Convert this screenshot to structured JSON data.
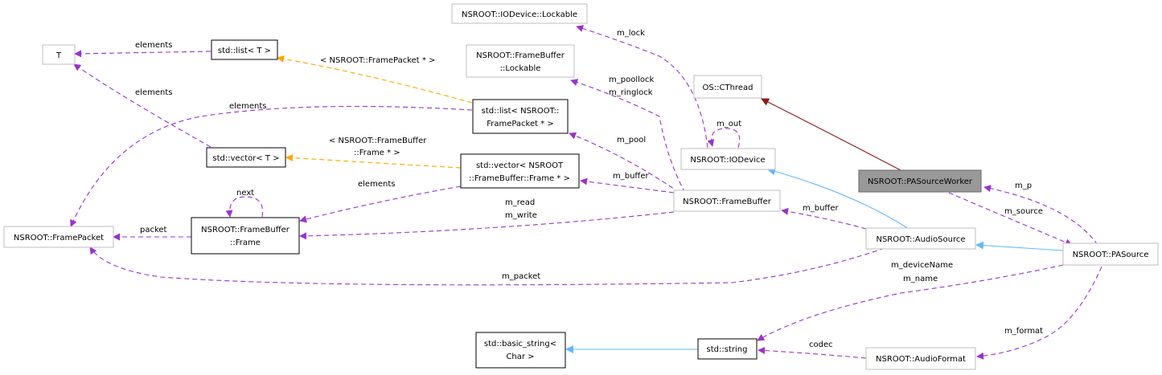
{
  "colors": {
    "usage": "#9a32cd",
    "template": "#ffa500",
    "inheritance": "#63b8ff",
    "private_inheritance": "#8b1a1a",
    "focus_fill": "#999999"
  },
  "nodes": {
    "T": {
      "lines": [
        "T"
      ]
    },
    "stdlistT": {
      "lines": [
        "std::list< T >"
      ]
    },
    "iodeviceLockable": {
      "lines": [
        "NSROOT::IODevice::Lockable"
      ]
    },
    "framebufferLockable": {
      "lines": [
        "NSROOT::FrameBuffer",
        "::Lockable"
      ]
    },
    "cthread": {
      "lines": [
        "OS::CThread"
      ]
    },
    "listFramePacket": {
      "lines": [
        "std::list< NSROOT::",
        "FramePacket * >"
      ]
    },
    "vectorT": {
      "lines": [
        "std::vector< T >"
      ]
    },
    "vectorFrame": {
      "lines": [
        "std::vector< NSROOT",
        "::FrameBuffer::Frame * >"
      ]
    },
    "iodevice": {
      "lines": [
        "NSROOT::IODevice"
      ]
    },
    "pasourceworker": {
      "lines": [
        "NSROOT::PASourceWorker"
      ]
    },
    "framebuffer": {
      "lines": [
        "NSROOT::FrameBuffer"
      ]
    },
    "framepacket": {
      "lines": [
        "NSROOT::FramePacket"
      ]
    },
    "frame": {
      "lines": [
        "NSROOT::FrameBuffer",
        "::Frame"
      ]
    },
    "audiosource": {
      "lines": [
        "NSROOT::AudioSource"
      ]
    },
    "pasource": {
      "lines": [
        "NSROOT::PASource"
      ]
    },
    "basicstring": {
      "lines": [
        "std::basic_string<",
        "Char >"
      ]
    },
    "stdstring": {
      "lines": [
        "std::string"
      ]
    },
    "audioformat": {
      "lines": [
        "NSROOT::AudioFormat"
      ]
    }
  },
  "edge_labels": {
    "list_T_elements": "elements",
    "vector_T_elements": "elements",
    "list_fp_template": "< NSROOT::FramePacket * >",
    "list_fp_elements": "elements",
    "vector_frame_template_1": "< NSROOT::FrameBuffer",
    "vector_frame_template_2": "::Frame * >",
    "vector_frame_elements": "elements",
    "frame_next": "next",
    "frame_packet": "packet",
    "m_lock": "m_lock",
    "m_poollock": "m_poollock",
    "m_ringlock": "m_ringlock",
    "m_out": "m_out",
    "m_pool": "m_pool",
    "m_buffer_fb": "m_buffer",
    "m_read": "m_read",
    "m_write": "m_write",
    "m_buffer_as": "m_buffer",
    "m_p": "m_p",
    "m_source": "m_source",
    "m_packet": "m_packet",
    "m_deviceName": "m_deviceName",
    "m_name": "m_name",
    "m_format": "m_format",
    "codec": "codec"
  }
}
